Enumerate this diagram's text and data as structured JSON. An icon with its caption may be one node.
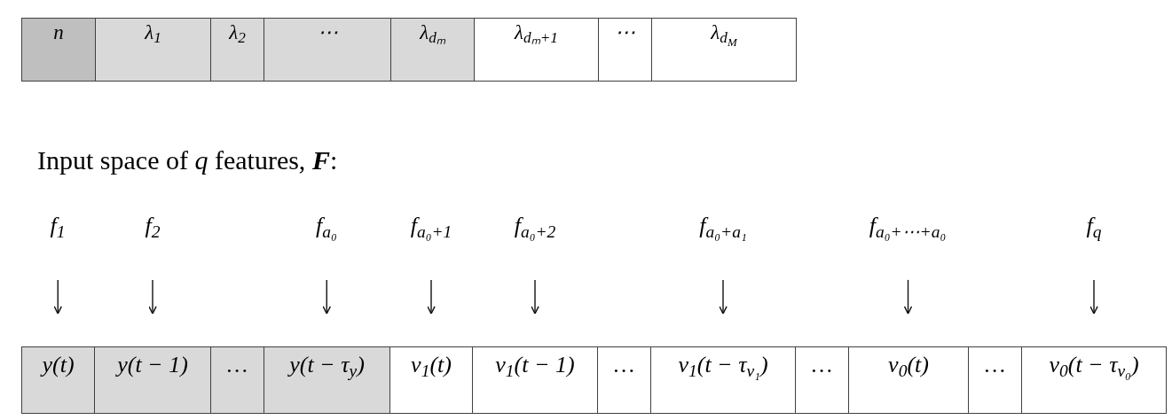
{
  "diagram": {
    "nodes": [
      {
        "text": [
          "n"
        ]
      },
      {
        "text": [
          "λ$_{1}$"
        ]
      },
      {
        "text": [
          "λ$_{2}$"
        ]
      },
      {
        "text": [
          "⋯"
        ]
      },
      {
        "text": [
          "λ$_{dₘ}$"
        ]
      },
      {
        "text": [
          "λ$_{dₘ+1}$"
        ]
      },
      {
        "text": [
          "⋯"
        ]
      },
      {
        "text": [
          "λ$_{d}$$_{M}$"
        ]
      },
      {
        "text": [
          "f$_{1}$"
        ]
      },
      {
        "text": [
          "f$_{2}$"
        ]
      },
      {
        "text": [
          "f$_{a₀}$"
        ]
      },
      {
        "text": [
          "f$_{a₀+1}$"
        ]
      },
      {
        "text": [
          "f$_{a₀+2}$"
        ]
      },
      {
        "text": [
          "f$_{a₀+a₁}$"
        ]
      },
      {
        "text": [
          "f$_{a₀+⋯+a₀}$"
        ]
      },
      {
        "text": [
          "f$_{q}$"
        ]
      },
      {
        "text": [
          "y(t)"
        ]
      },
      {
        "text": [
          "y(t − 1)"
        ]
      },
      {
        "text": [
          "…"
        ]
      },
      {
        "text": [
          "y(t − τ$_{y}$)"
        ]
      },
      {
        "text": [
          "v$_{1}$(t)"
        ]
      },
      {
        "text": [
          "v$_{1}$(t − 1)"
        ]
      },
      {
        "text": [
          "…"
        ]
      },
      {
        "text": [
          "v$_{1}$(t − τ$_{v₁}$)"
        ]
      },
      {
        "text": [
          "…"
        ]
      },
      {
        "text": [
          "v$_{0}$(t)"
        ]
      },
      {
        "text": [
          "…"
        ]
      },
      {
        "text": [
          "v$_{0}$(t − τ$_{v₀}$)"
        ]
      }
    ],
    "edges": [
      {
        "from": 8,
        "to": 16,
        "arrow": "to"
      },
      {
        "from": 9,
        "to": 17,
        "arrow": "to"
      },
      {
        "from": 10,
        "to": 19,
        "arrow": "to"
      },
      {
        "from": 11,
        "to": 20,
        "arrow": "to"
      },
      {
        "from": 12,
        "to": 21,
        "arrow": "to"
      },
      {
        "from": 13,
        "to": 23,
        "arrow": "to"
      },
      {
        "from": 14,
        "to": 25,
        "arrow": "to"
      },
      {
        "from": 15,
        "to": 27,
        "arrow": "to"
      }
    ],
    "labels": [
      "Input space of *q* features, **F**:"
    ]
  }
}
